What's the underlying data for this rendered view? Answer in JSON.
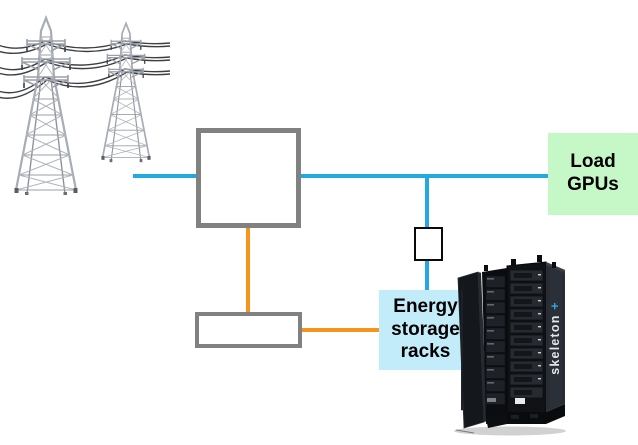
{
  "diagram": {
    "background_color": "#ffffff",
    "grid_source": {
      "icon": "transmission-towers",
      "label": ""
    },
    "load_node": {
      "label": "Load GPUs",
      "fill": "#c6f8c7"
    },
    "storage_node": {
      "label": "Energy storage racks",
      "fill": "#c2ecf9"
    },
    "rack_image": {
      "icon": "battery-energy-storage-rack",
      "brand_vertical_text": "skeleton",
      "brand_plus": "+",
      "brand_plus_color": "#29abe2"
    },
    "lines": {
      "ac_color": "#23a9e1",
      "dc_color": "#f7941e"
    },
    "boxes": {
      "border_color": "#818181",
      "junction_fill": "#ffffff",
      "junction_border": "#000000"
    }
  }
}
